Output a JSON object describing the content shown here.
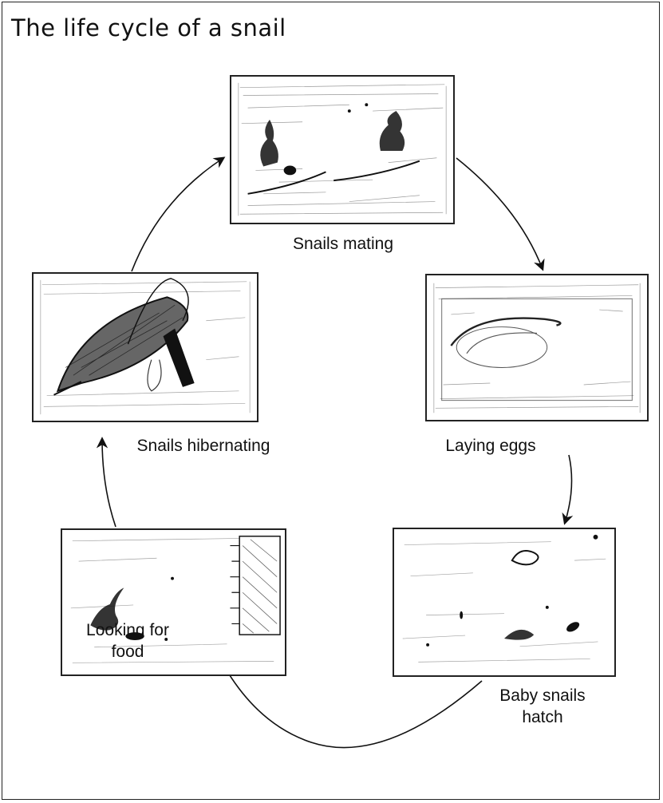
{
  "title": "The life cycle of a snail",
  "stages": [
    {
      "id": "mating",
      "label": "Snails mating",
      "icon": "snails-mating-drawing"
    },
    {
      "id": "eggs",
      "label": "Laying eggs",
      "icon": "eggs-drawing"
    },
    {
      "id": "hatch",
      "label_lines": [
        "Baby snails",
        "hatch"
      ],
      "icon": "baby-snails-drawing"
    },
    {
      "id": "food",
      "label_lines": [
        "Looking for",
        "food"
      ],
      "icon": "snail-looking-for-food-drawing"
    },
    {
      "id": "hibernate",
      "label": "Snails hibernating",
      "icon": "snail-under-leaf-drawing"
    }
  ],
  "colors": {
    "ink": "#111111",
    "border": "#222222",
    "background": "#ffffff"
  }
}
